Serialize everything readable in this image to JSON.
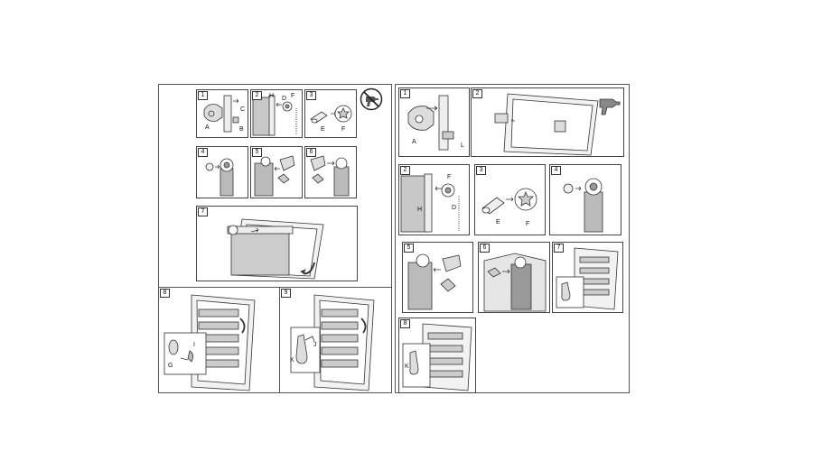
{
  "steps": {
    "left": {
      "s1": {
        "num": "1",
        "labels": {
          "a": "A",
          "b": "B",
          "c": "C"
        }
      },
      "s2": {
        "num": "2",
        "labels": {
          "h": "H",
          "d": "D",
          "f": "F"
        }
      },
      "s3": {
        "num": "3",
        "labels": {
          "e": "E",
          "f": "F"
        }
      },
      "s4": {
        "num": "4"
      },
      "s5": {
        "num": "5"
      },
      "s6": {
        "num": "6"
      },
      "s7": {
        "num": "7"
      },
      "s8": {
        "num": "8",
        "labels": {
          "g": "G",
          "i": "I"
        }
      },
      "s9": {
        "num": "9",
        "labels": {
          "k": "K",
          "j": "J"
        }
      }
    },
    "right": {
      "s1": {
        "num": "1",
        "labels": {
          "a": "A",
          "l": "L"
        }
      },
      "s2a": {
        "num": "2"
      },
      "s2b": {
        "num": "2",
        "labels": {
          "f": "F",
          "h": "H",
          "d": "D"
        }
      },
      "s3": {
        "num": "3",
        "labels": {
          "e": "E",
          "f": "F"
        }
      },
      "s4": {
        "num": "4"
      },
      "s5": {
        "num": "5"
      },
      "s6": {
        "num": "6"
      },
      "s7": {
        "num": "7"
      },
      "s8": {
        "num": "8",
        "labels": {
          "k": "K"
        }
      }
    }
  },
  "icons": {
    "left_warning": "no-drill-icon",
    "right_tool": "drill-icon"
  },
  "colors": {
    "line": "#333333",
    "fill_gray": "#d9d9d9",
    "dark_gray": "#8a8a8a"
  }
}
